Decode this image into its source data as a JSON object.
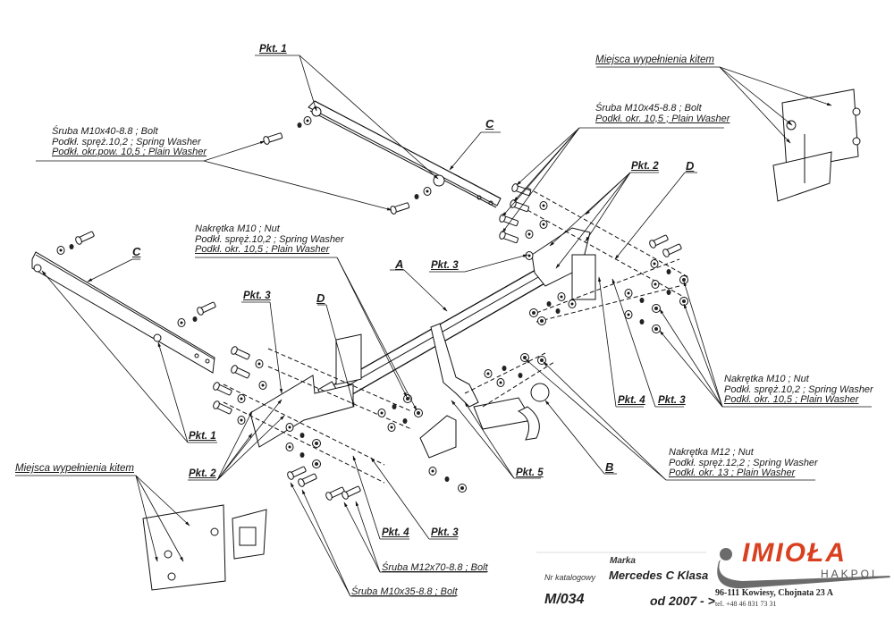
{
  "diagram": {
    "title": "Exploded assembly drawing - tow bar (hak holowniczy)",
    "part_letters": {
      "A": "A",
      "B": "B",
      "C": "C",
      "D": "D"
    },
    "points": {
      "pkt1": "Pkt. 1",
      "pkt2": "Pkt. 2",
      "pkt3": "Pkt. 3",
      "pkt4": "Pkt. 4",
      "pkt5": "Pkt. 5"
    },
    "sealant_label": "Miejsca wypełnienia kitem",
    "specs": {
      "bolt_m10x40": [
        "Śruba M10x40-8.8 ;  Bolt",
        "Podkł. spręż.10,2 ; Spring Washer",
        "Podkł. okr.pow. 10,5 ; Plain Washer"
      ],
      "bolt_m10x45": [
        "Śruba M10x45-8.8 ;  Bolt",
        "Podkł. okr. 10,5 ; Plain Washer"
      ],
      "nut_m10_left": [
        "Nakrętka  M10 ; Nut",
        "Podkł. spręż.10,2 ; Spring Washer",
        "Podkł. okr. 10,5 ; Plain Washer"
      ],
      "nut_m10_right": [
        "Nakrętka  M10 ; Nut",
        "Podkł. spręż.10,2 ; Spring Washer",
        "Podkł. okr. 10,5 ; Plain Washer"
      ],
      "nut_m12": [
        "Nakrętka  M12 ; Nut",
        "Podkł. spręż.12,2 ; Spring Washer",
        "Podkł. okr. 13 ; Plain Washer"
      ],
      "bolt_m12x70": "Śruba M12x70-8.8 ;  Bolt",
      "bolt_m10x35": "Śruba M10x35-8.8 ;  Bolt"
    }
  },
  "title_block": {
    "catalog_label": "Nr katalogowy",
    "catalog_number": "M/034",
    "make_label": "Marka",
    "make_value": "Mercedes C Klasa",
    "year": "od 2007 - >",
    "logo": {
      "brand": "IMIOŁA",
      "sub": "HAKPOL",
      "accent": "#d94020",
      "grey": "#6b6b6b"
    },
    "address": "96-111 Kowiesy, Chojnata 23 A",
    "phone": "tel. +48 46 831 73 31"
  }
}
